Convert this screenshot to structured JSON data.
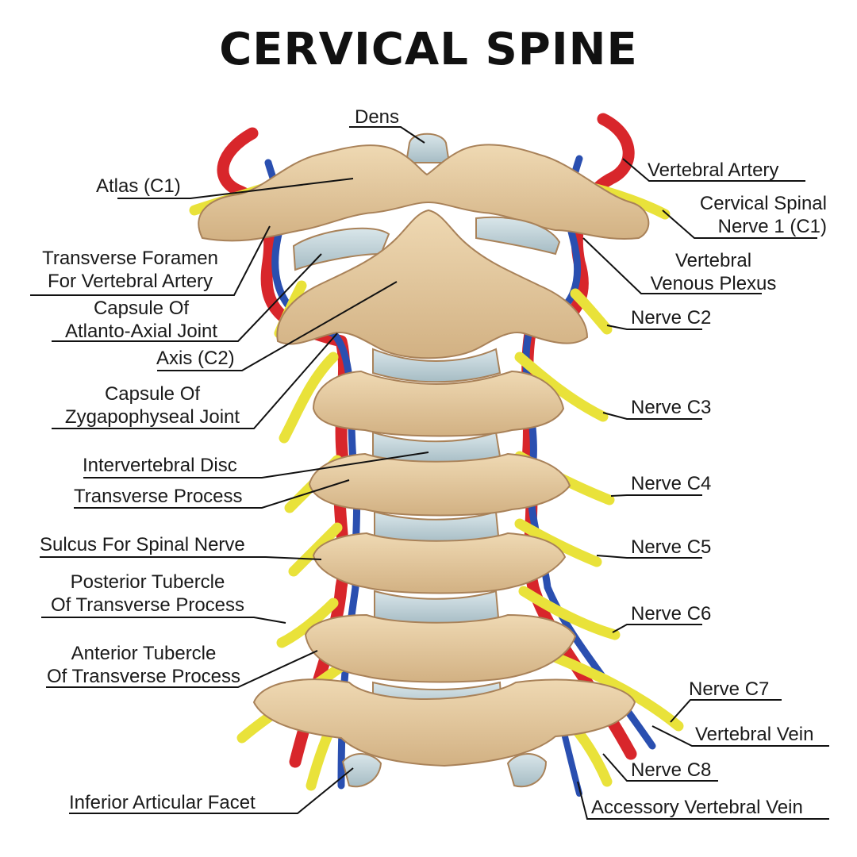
{
  "title": "CERVICAL SPINE",
  "colors": {
    "bone": "#e3c9a0",
    "bone_shadow": "#b89468",
    "disc": "#b9cdd4",
    "artery": "#d8262b",
    "vein": "#2a4fb0",
    "nerve": "#e9e23a",
    "leader": "#111111"
  },
  "labels": {
    "dens": "Dens",
    "atlas": "Atlas (C1)",
    "vertebral_artery": "Vertebral Artery",
    "cervical_spinal_nerve": [
      "Cervical Spinal",
      "Nerve 1 (C1)"
    ],
    "transverse_foramen": [
      "Transverse Foramen",
      "For Vertebral Artery"
    ],
    "vertebral_venous_plexus": [
      "Vertebral",
      "Venous Plexus"
    ],
    "capsule_atlanto_axial": [
      "Capsule Of",
      "Atlanto-Axial Joint"
    ],
    "nerve_c2": "Nerve C2",
    "axis": "Axis (C2)",
    "capsule_zygapophyseal": [
      "Capsule Of",
      "Zygapophyseal Joint"
    ],
    "nerve_c3": "Nerve C3",
    "intervertebral_disc": "Intervertebral Disc",
    "transverse_process": "Transverse Process",
    "nerve_c4": "Nerve C4",
    "sulcus_spinal_nerve": "Sulcus For Spinal Nerve",
    "nerve_c5": "Nerve C5",
    "posterior_tubercle": [
      "Posterior Tubercle",
      "Of Transverse Process"
    ],
    "nerve_c6": "Nerve C6",
    "anterior_tubercle": [
      "Anterior Tubercle",
      "Of Transverse Process"
    ],
    "nerve_c7": "Nerve C7",
    "vertebral_vein": "Vertebral Vein",
    "nerve_c8": "Nerve C8",
    "inferior_articular_facet": "Inferior Articular Facet",
    "accessory_vertebral_vein": "Accessory Vertebral Vein"
  }
}
